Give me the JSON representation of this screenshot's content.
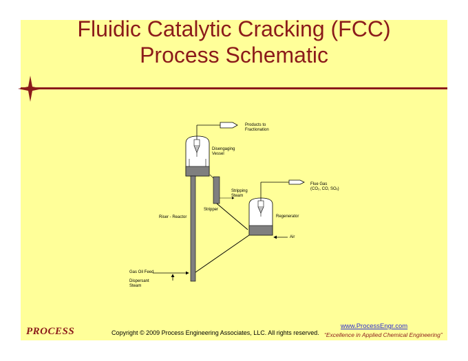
{
  "title": {
    "line1": "Fluidic Catalytic Cracking (FCC)",
    "line2": "Process Schematic"
  },
  "labels": {
    "products_to_fractionation": [
      "Products to",
      "Fractionation"
    ],
    "disengaging_vessel": [
      "Disengaging",
      "Vessel"
    ],
    "flue_gas": "Flue Gas",
    "flue_gas_composition": "(CO₂, CO, SOₓ)",
    "stripping_steam": [
      "Stripping",
      "Steam"
    ],
    "stripper": "Stripper",
    "regenerator": "Regenerator",
    "riser_reactor": "Riser - Reactor",
    "air": "Air",
    "gas_oil_feed": "Gas Oil Feed",
    "dispersant_steam": [
      "Dispersant",
      "Steam"
    ]
  },
  "footer": {
    "logo": "PROCESS",
    "copyright": "Copyright © 2009 Process Engineering Associates, LLC. All rights reserved.",
    "url": "www.ProcessEngr.com",
    "tagline": "“Excellence in Applied Chemical Engineering”"
  },
  "colors": {
    "slide_background": "#ffff99",
    "title_and_rule": "#8b1a1a",
    "equipment_fill": "#7f7f7f",
    "link": "#2b2bcf"
  }
}
